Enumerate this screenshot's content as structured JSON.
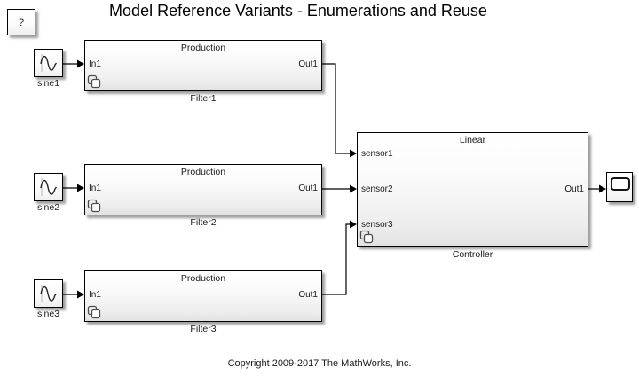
{
  "title": "Model Reference Variants - Enumerations and Reuse",
  "help": {
    "label": "?"
  },
  "sources": [
    {
      "name": "sine1",
      "icon": "sine-wave-icon"
    },
    {
      "name": "sine2",
      "icon": "sine-wave-icon"
    },
    {
      "name": "sine3",
      "icon": "sine-wave-icon"
    }
  ],
  "filters": [
    {
      "header": "Production",
      "in1": "In1",
      "out1": "Out1",
      "name": "Filter1",
      "badge_icon": "variant-badge-icon"
    },
    {
      "header": "Production",
      "in1": "In1",
      "out1": "Out1",
      "name": "Filter2",
      "badge_icon": "variant-badge-icon"
    },
    {
      "header": "Production",
      "in1": "In1",
      "out1": "Out1",
      "name": "Filter3",
      "badge_icon": "variant-badge-icon"
    }
  ],
  "controller": {
    "header": "Linear",
    "sensors": [
      "sensor1",
      "sensor2",
      "sensor3"
    ],
    "out1": "Out1",
    "name": "Controller",
    "badge_icon": "variant-badge-icon"
  },
  "scope": {
    "icon": "scope-display-icon"
  },
  "footer": {
    "copyright": "Copyright 2009-2017 The MathWorks, Inc."
  },
  "colors": {
    "background": "#ffffff",
    "wire": "#000000",
    "block_border": "#000000",
    "block_gradient_top": "#ffffff",
    "block_gradient_bottom": "#e2e2e2",
    "text": "#1a1a1a"
  }
}
